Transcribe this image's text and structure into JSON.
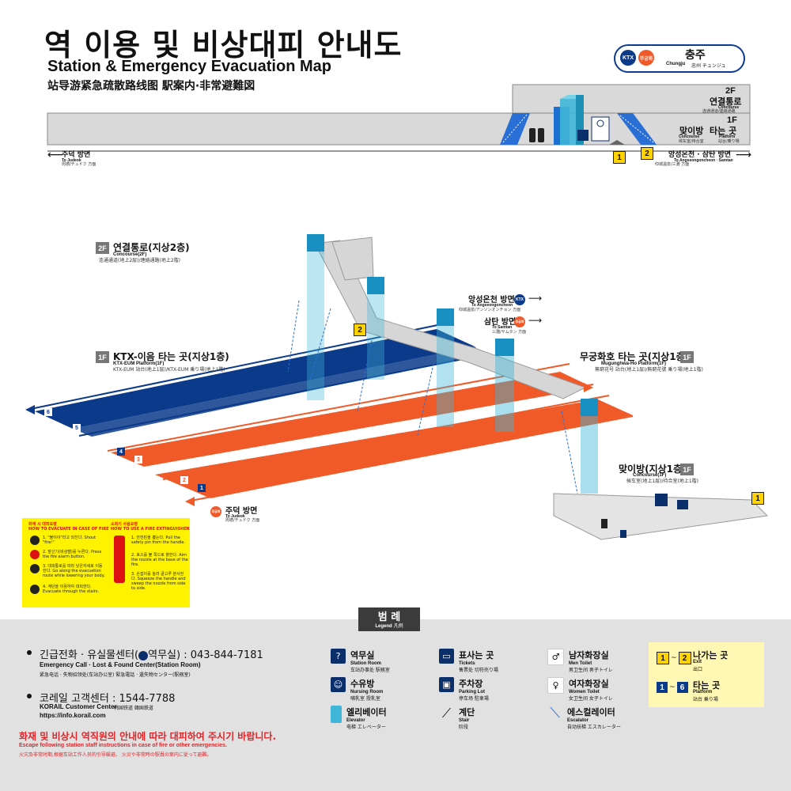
{
  "header": {
    "title_ko": "역 이용 및 비상대피 안내도",
    "title_en": "Station & Emergency Evacuation Map",
    "title_cjk": "站导游紧急疏散路线图  駅案内·非常避難図"
  },
  "station": {
    "line1_badge": "KTX",
    "line2_badge": "무궁화",
    "name_ko": "충주",
    "name_en": "Chungju",
    "name_cjk": "忠州  チュンジュ"
  },
  "section": {
    "f2_label": "2F",
    "f2_ko": "연결통로",
    "f2_en": "Concourse",
    "f2_cjk": "连通通道/連絡通路",
    "f1_label": "1F",
    "f1_a_ko": "맞이방",
    "f1_a_en": "Concourse",
    "f1_a_cjk": "候车室/待合室",
    "f1_b_ko": "타는 곳",
    "f1_b_en": "Platform",
    "f1_b_cjk": "站台/乗り場",
    "left_dir_ko": "주덕 방면",
    "left_dir_en": "To Judeok",
    "left_dir_cjk": "周德/チュドク 方面",
    "right_dir_ko": "앙성온천 · 삼탄 방면",
    "right_dir_en": "To Angseongoncheon · Samtan",
    "right_dir_cjk": "仰城温泉/三灘 方面",
    "exit1": "1",
    "exit2": "2"
  },
  "iso": {
    "concourse_box": "2F",
    "concourse_ko": "연결통로(지상2층)",
    "concourse_en": "Concourse(2F)",
    "concourse_cjk": "连通通道(地上2层)/連絡通路(地上2階)",
    "ktx_box": "1F",
    "ktx_ko": "KTX-이음 타는 곳(지상1층)",
    "ktx_en": "KTX-EUM Platform(1F)",
    "ktx_cjk": "KTX-EUM 站台(地上1层)/KTX-EUM 乗り場(地上1階)",
    "mugung_box": "1F",
    "mugung_ko": "무궁화호 타는 곳(지상1층)",
    "mugung_en": "Mugunghwa-Ho Platform(1F)",
    "mugung_cjk": "無窮花号 站台(地上1层)/無窮花號 乗り場(地上1階)",
    "concourse1_box": "1F",
    "concourse1_ko": "맞이방(지상1층)",
    "concourse1_en": "Concourse(1F)",
    "concourse1_cjk": "候车室(地上1层)/待合室(地上1階)",
    "angseong_ko": "앙성온천 방면",
    "angseong_en": "To Angseongoncheon",
    "angseong_cjk": "仰城温泉/アンソンオンチョン 方面",
    "samtan_ko": "삼탄 방면",
    "samtan_en": "To Samtan",
    "samtan_cjk": "三灘/サムタン 方面",
    "judeok_ko": "주덕 방면",
    "judeok_en": "To Judeok",
    "judeok_cjk": "周德/チュドク 方面",
    "track6": "6",
    "track5": "5",
    "track4": "4",
    "track3": "3",
    "track2": "2",
    "track1": "1",
    "exit2": "2",
    "exit1": "1"
  },
  "fire": {
    "col1_ko": "화재 시 대피요령",
    "col1_en": "HOW TO EVACUATE IN CASE OF FIRE",
    "col1_steps": [
      "1. \"불이야\"라고 외친다. Shout \"fire!\"",
      "2. 발신기(비상벨)를 누른다. Press the fire alarm button.",
      "3. 대피통로를 따라 낮은자세로 이동한다. Go along the evacuation route while lowering your body.",
      "4. 계단을 이용하여 대피한다. Evacuate through the stairs."
    ],
    "col2_ko": "소화기 사용요령",
    "col2_en": "HOW TO USE A FIRE EXTINGUISHER",
    "col2_steps": [
      "1. 안전핀을 뽑는다. Pull the safety pin from the handle.",
      "2. 호스를 불 쪽으로 향한다. Aim the nozzle at the base of the fire.",
      "3. 손잡이를 눌러 골고루 분사한다. Squeeze the handle and sweep the nozzle from side to side."
    ]
  },
  "legend": {
    "title_ko": "범 례",
    "title_en": "Legend",
    "title_cjk": "凡例",
    "items": [
      {
        "ko": "역무실",
        "en": "Station Room",
        "cjk": "车站办事处  駅務室"
      },
      {
        "ko": "수유방",
        "en": "Nursing Room",
        "cjk": "哺乳室  授乳室"
      },
      {
        "ko": "엘리베이터",
        "en": "Elevator",
        "cjk": "电梯  エレベーター"
      },
      {
        "ko": "표사는 곳",
        "en": "Tickets",
        "cjk": "售票处  切符売り場"
      },
      {
        "ko": "주차장",
        "en": "Parking Lot",
        "cjk": "停车场  駐車場"
      },
      {
        "ko": "계단",
        "en": "Stair",
        "cjk": "阶段"
      },
      {
        "ko": "남자화장실",
        "en": "Men Toilet",
        "cjk": "男卫生间  男子トイレ"
      },
      {
        "ko": "여자화장실",
        "en": "Women Toilet",
        "cjk": "女卫生间  女子トイレ"
      },
      {
        "ko": "에스컬레이터",
        "en": "Escalator",
        "cjk": "自动扶梯  エスカレーター"
      }
    ],
    "exit_range_a": "1",
    "exit_range_b": "2",
    "exit_ko": "나가는 곳",
    "exit_en": "Exit",
    "exit_cjk": "出口",
    "plat_range_a": "1",
    "plat_range_b": "6",
    "plat_ko": "타는 곳",
    "plat_en": "Platform",
    "plat_cjk": "站台  乗り場"
  },
  "contact": {
    "emergency_ko": "긴급전화 · 유실물센터(",
    "emergency_ko2": "역무실) : 043-844-7181",
    "emergency_en": "Emergency Call · Lost & Found Center(Station Room)",
    "emergency_cjk": "紧急电话 · 失物招领处(车站办公室)  緊急電話 · 遺失物センター(駅務室)",
    "korail_ko": "코레일 고객센터 : 1544-7788",
    "korail_en": "KORAIL Customer Center",
    "korail_cjk": "韩国铁道  韓国鉄道",
    "korail_url": "https://info.korail.com",
    "warning_ko": "화재 및 비상시 역직원의 안내에 따라 대피하여 주시기 바랍니다.",
    "warning_en": "Escape following station staff instructions in case of fire or other emergencies.",
    "warning_cjk": "火灾及非常时期,根据车站工作人员的引导躲避。 火災や非常時の駅員の案内に従って避難。"
  },
  "colors": {
    "ktx_blue": "#0b3a8a",
    "mugunghwa_red": "#f05a28",
    "elevator_cyan": "#3fb6d8",
    "exit_yellow": "#ffd200",
    "concourse_gray": "#d3d3d3"
  }
}
